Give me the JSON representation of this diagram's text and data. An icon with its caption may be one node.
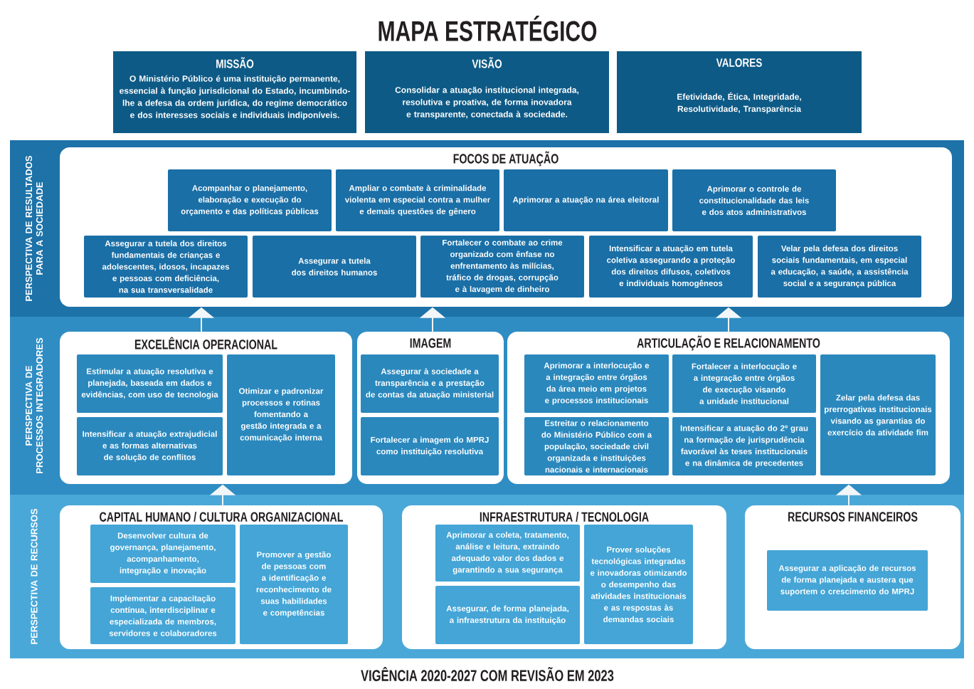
{
  "diagram": {
    "title": "MAPA ESTRATÉGICO",
    "caption": "VIGÊNCIA 2020-2027 COM REVISÃO EM 2023",
    "nodes": [
      {
        "text": [
          "MISSÃO",
          "O Ministério Público é uma instituição permanente, essencial à função jurisdicional do Estado, incumbindo-lhe a defesa da ordem jurídica, do regime democrático e dos interesses sociais e individuais indiponíveis."
        ]
      },
      {
        "text": [
          "VISÃO",
          "Consolidar a atuação institucional integrada, resolutiva e proativa, de forma inovadora e transparente, conectada à sociedade."
        ]
      },
      {
        "text": [
          "VALORES",
          "Efetividade, Ética, Integridade, Resolutividade, Transparência"
        ]
      },
      {
        "text": [
          "PERSPECTIVA DE RESULTADOS PARA A SOCIEDADE"
        ]
      },
      {
        "text": [
          "FOCOS DE ATUAÇÃO"
        ],
        "in": 3
      },
      {
        "text": [
          "Acompanhar o planejamento, elaboração e execução do orçamento e das políticas públicas"
        ],
        "in": 4
      },
      {
        "text": [
          "Ampliar o combate à criminalidade violenta em especial contra a mulher e demais questões de gênero"
        ],
        "in": 4
      },
      {
        "text": [
          "Aprimorar a atuação na área eleitoral"
        ],
        "in": 4
      },
      {
        "text": [
          "Aprimorar o controle de constitucionalidade das leis e dos atos administrativos"
        ],
        "in": 4
      },
      {
        "text": [
          "Assegurar a tutela dos direitos fundamentais de crianças e adolescentes, idosos, incapazes e pessoas com deficiência, na sua transversalidade"
        ],
        "in": 4
      },
      {
        "text": [
          "Assegurar a tutela dos direitos humanos"
        ],
        "in": 4
      },
      {
        "text": [
          "Fortalecer o combate ao crime organizado com ênfase no enfrentamento às milícias, tráfico de drogas, corrupção e à lavagem de dinheiro"
        ],
        "in": 4
      },
      {
        "text": [
          "Intensificar a atuação em tutela coletiva assegurando a proteção dos direitos difusos, coletivos e individuais homogêneos"
        ],
        "in": 4
      },
      {
        "text": [
          "Velar pela defesa dos direitos sociais fundamentais, em especial a educação, a saúde, a assistência social e a segurança pública"
        ],
        "in": 4
      },
      {
        "text": [
          "PERSPECTIVA DE PROCESSOS INTEGRADORES"
        ]
      },
      {
        "text": [
          "EXCELÊNCIA OPERACIONAL"
        ],
        "in": 14
      },
      {
        "text": [
          "Estimular a atuação resolutiva e planejada, baseada em dados e evidências, com uso de tecnologia"
        ],
        "in": 15
      },
      {
        "text": [
          "Otimizar e padronizar processos e rotinas fomentando a gestão integrada e a comunicação interna"
        ],
        "in": 15
      },
      {
        "text": [
          "Intensificar a atuação extrajudicial e as formas alternativas de solução de conflitos"
        ],
        "in": 15
      },
      {
        "text": [
          "IMAGEM"
        ],
        "in": 14
      },
      {
        "text": [
          "Assegurar à sociedade a transparência e a prestação de contas da atuação ministerial"
        ],
        "in": 19
      },
      {
        "text": [
          "Fortalecer a imagem do MPRJ como instituição resolutiva"
        ],
        "in": 19
      },
      {
        "text": [
          "ARTICULAÇÃO E RELACIONAMENTO"
        ],
        "in": 14
      },
      {
        "text": [
          "Aprimorar a interlocução e a integração entre órgãos da área meio em projetos e processos institucionais"
        ],
        "in": 22
      },
      {
        "text": [
          "Fortalecer a interlocução e a integração entre órgãos de execução visando a unidade institucional"
        ],
        "in": 22
      },
      {
        "text": [
          "Zelar pela defesa das prerrogativas institucionais visando as garantias do exercício da atividade fim"
        ],
        "in": 22
      },
      {
        "text": [
          "Estreitar o relacionamento do Ministério Público com a população, sociedade civil organizada e instituições nacionais e internacionais"
        ],
        "in": 22
      },
      {
        "text": [
          "Intensificar a atuação do 2º grau na formação de jurisprudência favorável às teses institucionais e na dinâmica de precedentes"
        ],
        "in": 22
      },
      {
        "text": [
          "PERSPECTIVA DE RECURSOS"
        ]
      },
      {
        "text": [
          "CAPITAL HUMANO / CULTURA ORGANIZACIONAL"
        ],
        "in": 28
      },
      {
        "text": [
          "Desenvolver cultura de governança, planejamento, acompanhamento, integração e inovação"
        ],
        "in": 29
      },
      {
        "text": [
          "Promover a gestão de pessoas com a identificação e reconhecimento de suas habilidades e competências"
        ],
        "in": 29
      },
      {
        "text": [
          "Implementar a capacitação contínua, interdisciplinar e especializada de membros, servidores e colaboradores"
        ],
        "in": 29
      },
      {
        "text": [
          "INFRAESTRUTURA / TECNOLOGIA"
        ],
        "in": 28
      },
      {
        "text": [
          "Aprimorar a coleta, tratamento, análise e leitura, extraindo adequado valor dos dados e garantindo a sua segurança"
        ],
        "in": 33
      },
      {
        "text": [
          "Prover soluções tecnológicas integradas e inovadoras otimizando o desempenho das atividades institucionais e as respostas às demandas sociais"
        ],
        "in": 33
      },
      {
        "text": [
          "Assegurar, de forma planejada, a infraestrutura da instituição"
        ],
        "in": 33
      },
      {
        "text": [
          "RECURSOS FINANCEIROS"
        ],
        "in": 28
      },
      {
        "text": [
          "Assegurar a aplicação de recursos de forma planejada e austera que suportem o crescimento do MPRJ"
        ],
        "in": 37
      }
    ],
    "edges": [
      {
        "from": 15,
        "to": 4,
        "arrow": "to"
      },
      {
        "from": 19,
        "to": 4,
        "arrow": "to"
      },
      {
        "from": 22,
        "to": 4,
        "arrow": "to"
      },
      {
        "from": 29,
        "to": 15,
        "arrow": "to"
      },
      {
        "from": 37,
        "to": 22,
        "arrow": "to"
      }
    ]
  }
}
